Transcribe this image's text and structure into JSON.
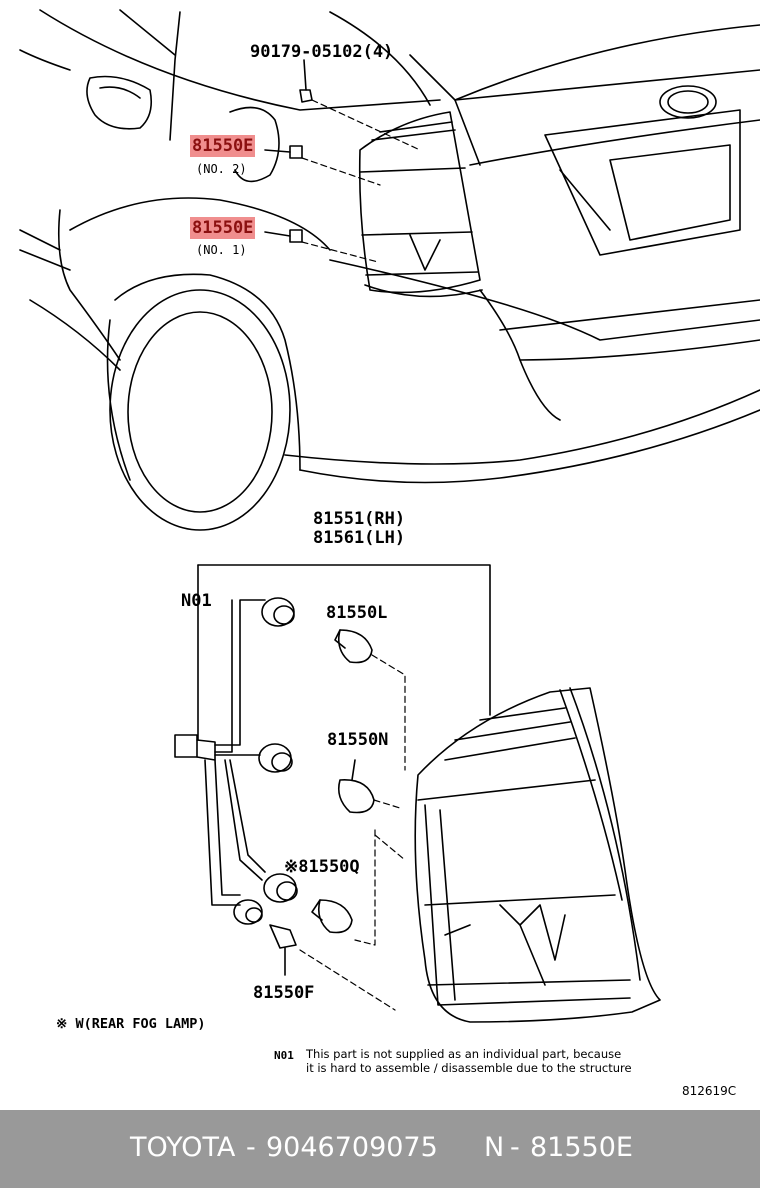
{
  "labels": {
    "bolt": "90179-05102(4)",
    "part_no2": "81550E",
    "no2": "(NO. 2)",
    "part_no1": "81550E",
    "no1": "(NO. 1)",
    "lamp_rh": "81551(RH)",
    "lamp_lh": "81561(LH)",
    "n01": "N01",
    "bulb_l": "81550L",
    "bulb_n": "81550N",
    "bulb_q": "※81550Q",
    "bulb_f": "81550F",
    "fog_note": "※ W(REAR FOG LAMP)",
    "note_code": "N01",
    "note_line1": "This part is not supplied as an individual part, because",
    "note_line2": "it is hard to assemble / disassemble due to the structure",
    "figure_id": "812619C"
  },
  "highlight_color": "#f08e8e",
  "footer": {
    "brand": "TOYOTA",
    "sep1": "-",
    "part_number": "9046709075",
    "n": "N",
    "sep2": "-",
    "code": "81550E"
  }
}
